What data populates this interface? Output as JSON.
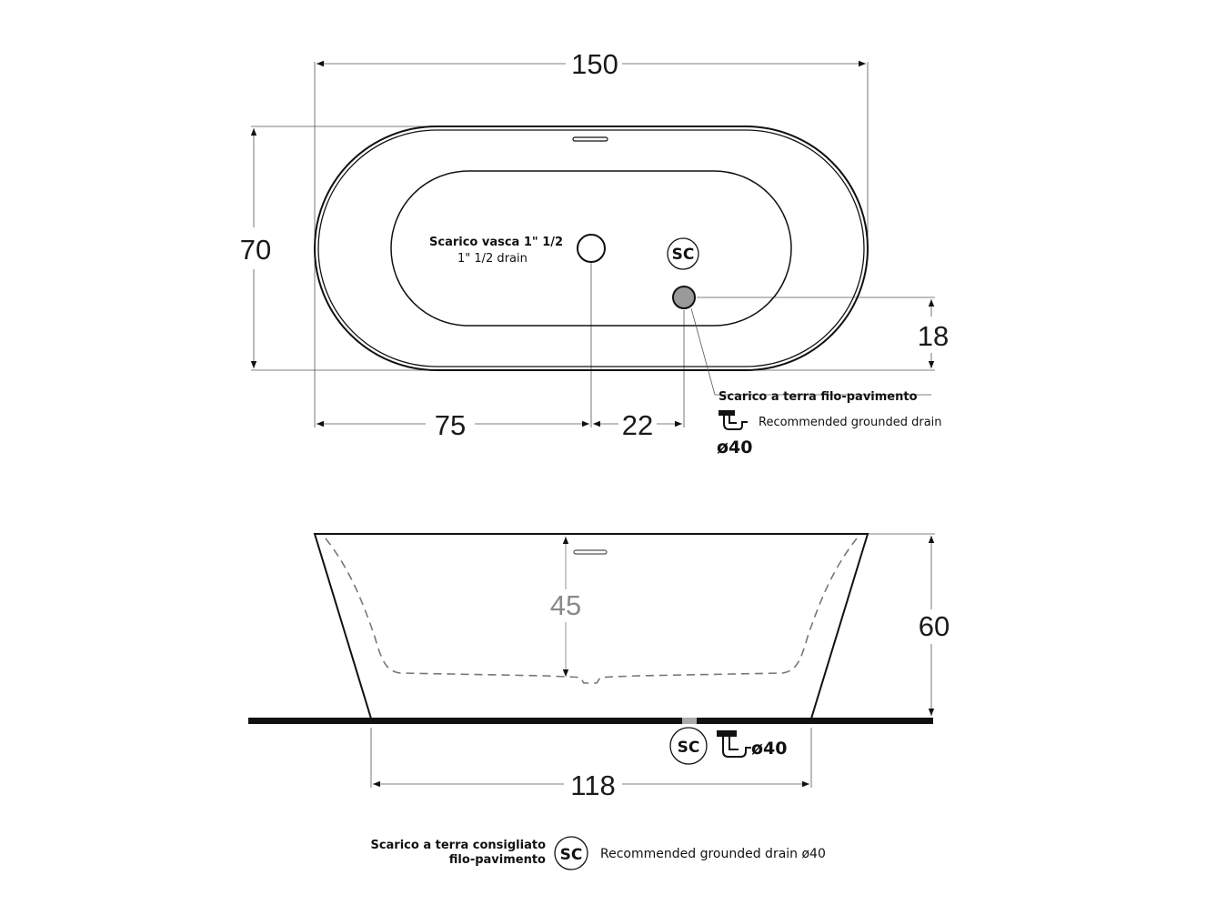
{
  "top_view": {
    "dim_length": "150",
    "dim_width": "70",
    "dim_drain_offset_x": "75",
    "dim_sc_offset_x": "22",
    "dim_sc_offset_y": "18",
    "drain_label_it": "Scarico vasca 1\" 1/2",
    "drain_label_en": "1\" 1/2  drain",
    "sc_badge": "SC",
    "floor_drain_label_it": "Scarico a terra filo-pavimento",
    "floor_drain_label_en": "Recommended grounded drain",
    "floor_drain_diameter": "ø40"
  },
  "side_view": {
    "dim_height": "60",
    "dim_inner_depth": "45",
    "dim_base_length": "118",
    "sc_badge": "SC",
    "drain_diameter": "ø40"
  },
  "legend": {
    "label_it_line1": "Scarico a terra consigliato",
    "label_it_line2": "filo-pavimento",
    "sc_badge": "SC",
    "label_en": "Recommended grounded drain ø40"
  },
  "colors": {
    "line": "#111111",
    "grey_dim": "#8a8a8a",
    "sc_drain_fill": "#9a9a9a"
  }
}
